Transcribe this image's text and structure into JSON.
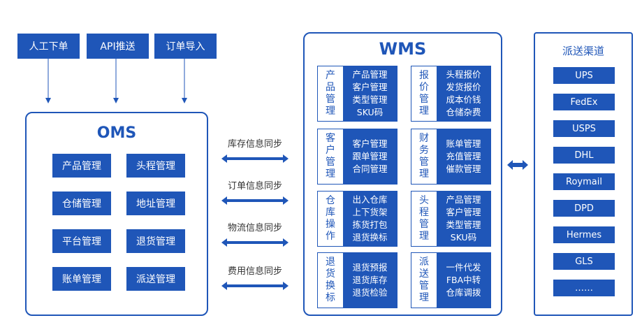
{
  "sources": [
    "人工下单",
    "API推送",
    "订单导入"
  ],
  "oms": {
    "title": "OMS",
    "items": [
      "产品管理",
      "头程管理",
      "仓储管理",
      "地址管理",
      "平台管理",
      "退货管理",
      "账单管理",
      "派送管理"
    ]
  },
  "sync": [
    "库存信息同步",
    "订单信息同步",
    "物流信息同步",
    "费用信息同步"
  ],
  "wms": {
    "title": "WMS",
    "modules": [
      {
        "label": [
          "产",
          "品",
          "管",
          "理"
        ],
        "items": [
          "产品管理",
          "客户管理",
          "类型管理",
          "SKU码"
        ]
      },
      {
        "label": [
          "报",
          "价",
          "管",
          "理"
        ],
        "items": [
          "头程报价",
          "发货报价",
          "成本价钱",
          "仓储杂费"
        ]
      },
      {
        "label": [
          "客",
          "户",
          "管",
          "理"
        ],
        "items": [
          "客户管理",
          "跟单管理",
          "合同管理"
        ]
      },
      {
        "label": [
          "财",
          "务",
          "管",
          "理"
        ],
        "items": [
          "账单管理",
          "充值管理",
          "催款管理"
        ]
      },
      {
        "label": [
          "仓",
          "库",
          "操",
          "作"
        ],
        "items": [
          "出入仓库",
          "上下货架",
          "拣货打包",
          "退货换标"
        ]
      },
      {
        "label": [
          "头",
          "程",
          "管",
          "理"
        ],
        "items": [
          "产品管理",
          "客户管理",
          "类型管理",
          "SKU码"
        ]
      },
      {
        "label": [
          "退",
          "货",
          "换",
          "标"
        ],
        "items": [
          "退货预报",
          "退货库存",
          "退货检验"
        ]
      },
      {
        "label": [
          "派",
          "送",
          "管",
          "理"
        ],
        "items": [
          "一件代发",
          "FBA中转",
          "仓库调拨"
        ]
      }
    ]
  },
  "channels": {
    "title": "派送渠道",
    "items": [
      "UPS",
      "FedEx",
      "USPS",
      "DHL",
      "Roymail",
      "DPD",
      "Hermes",
      "GLS",
      "……"
    ]
  },
  "colors": {
    "primary": "#1f56b8"
  }
}
